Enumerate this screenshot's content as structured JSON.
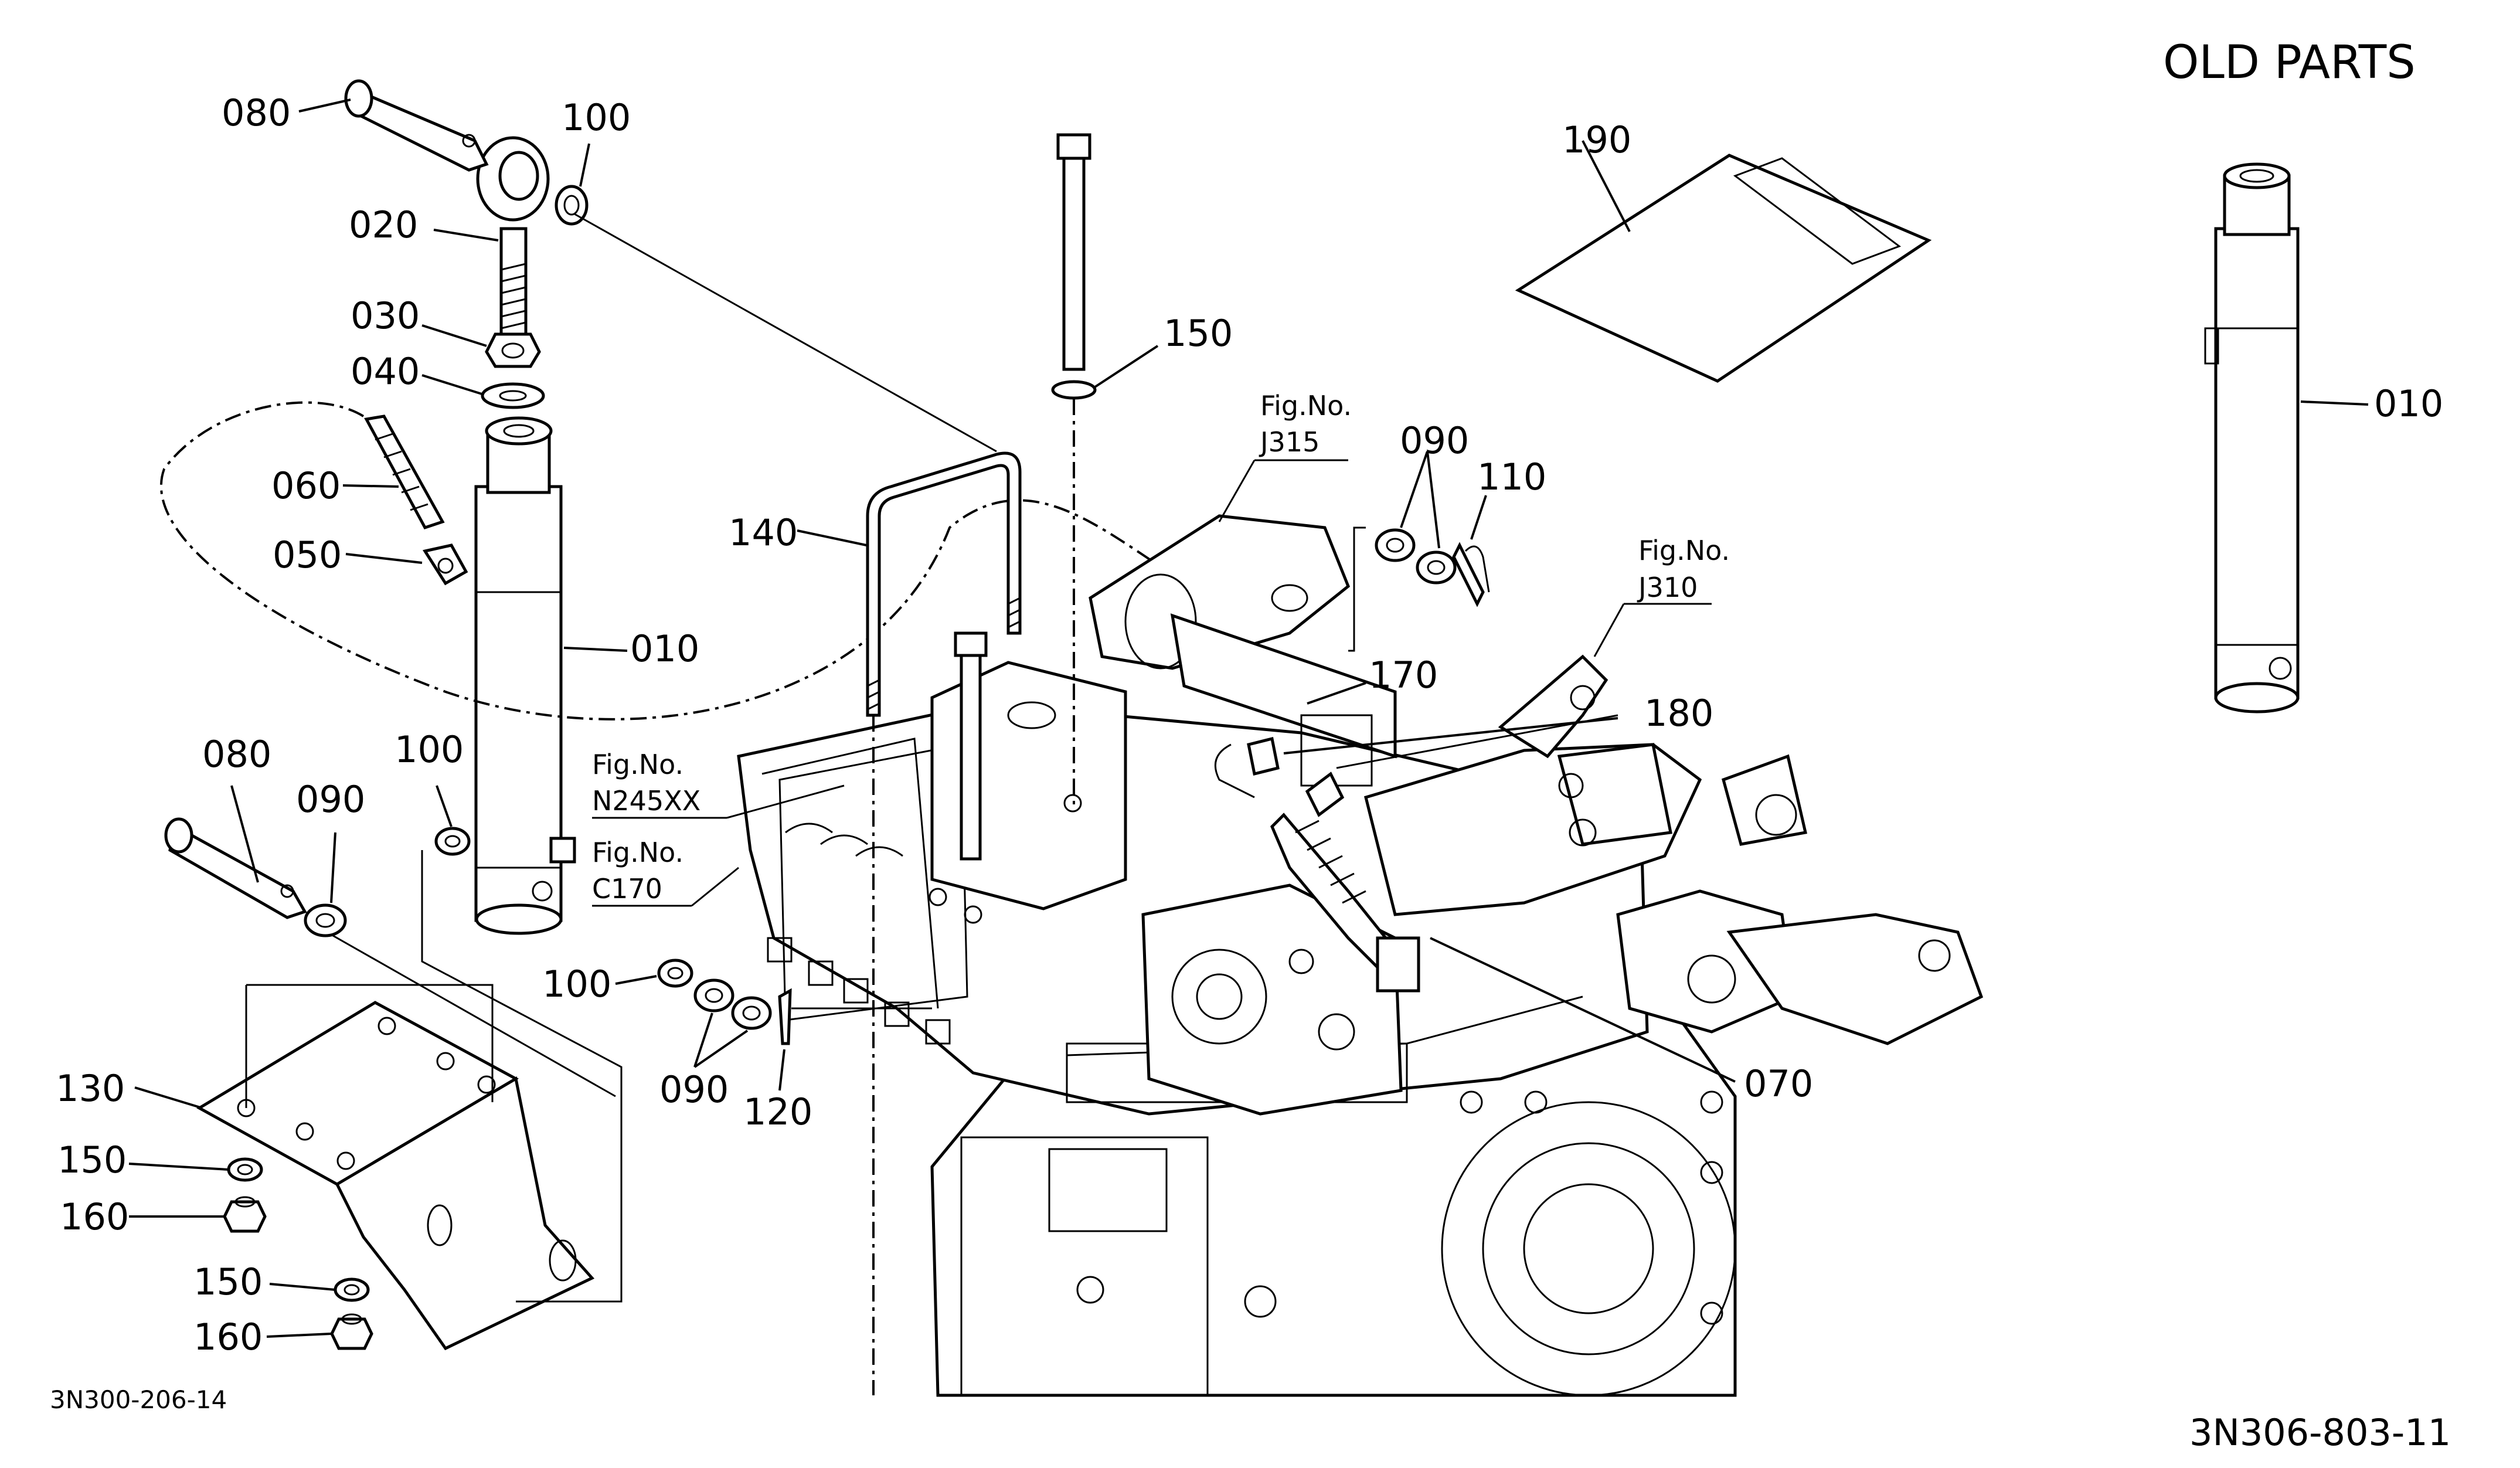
{
  "header": {
    "old_parts_title": "OLD PARTS"
  },
  "callouts": {
    "c080_top": "080",
    "c100_top": "100",
    "c020": "020",
    "c030": "030",
    "c040": "040",
    "c060": "060",
    "c050": "050",
    "c010_main": "010",
    "c140": "140",
    "c150_top": "150",
    "c190": "190",
    "c090_top": "090",
    "c110": "110",
    "c170": "170",
    "c180": "180",
    "c080_left": "080",
    "c090_left": "090",
    "c100_left": "100",
    "c100_mid": "100",
    "c090_mid": "090",
    "c120": "120",
    "c130": "130",
    "c150_l1": "150",
    "c160_l1": "160",
    "c150_l2": "150",
    "c160_l2": "160",
    "c070": "070",
    "c010_old": "010"
  },
  "fig_refs": {
    "j315_label": "Fig.No.",
    "j315_value": "J315",
    "j310_label": "Fig.No.",
    "j310_value": "J310",
    "n245_label": "Fig.No.",
    "n245_value": "N245XX",
    "c170_label": "Fig.No.",
    "c170_value": "C170"
  },
  "footer": {
    "left_code": "3N300-206-14",
    "right_code": "3N306-803-11"
  }
}
